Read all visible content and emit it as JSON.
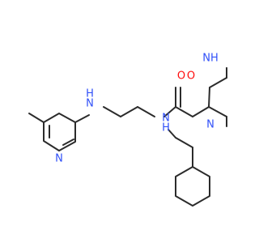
{
  "molecule": {
    "colors": {
      "bond": "#2b2b2b",
      "nitrogen": "#3050f8",
      "oxygen": "#ff0d0d",
      "background": "#ffffff"
    },
    "labels": {
      "oxygen_carbonyl_left": "O",
      "oxygen_carbonyl_ring": "O",
      "nitrogen_amide": "N",
      "nitrogen_amide_h": "H",
      "nitrogen_amine": "N",
      "nitrogen_amine_h": "H",
      "nitrogen_pyridine": "N",
      "nitrogen_ring_nh": "NH",
      "nitrogen_ring_n": "N"
    }
  }
}
